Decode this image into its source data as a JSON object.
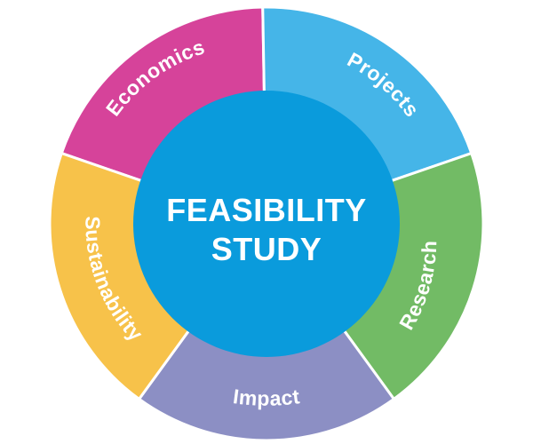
{
  "center": {
    "line1": "FEASIBILITY",
    "line2": "STUDY",
    "color": "#0a9bdc"
  },
  "segments": [
    {
      "label": "Economics",
      "color": "#d6439a"
    },
    {
      "label": "Projects",
      "color": "#45b5e8"
    },
    {
      "label": "Research",
      "color": "#72bb65"
    },
    {
      "label": "Impact",
      "color": "#8c8fc4"
    },
    {
      "label": "Sustainability",
      "color": "#f7c24a"
    }
  ],
  "divider_color": "#ffffff"
}
